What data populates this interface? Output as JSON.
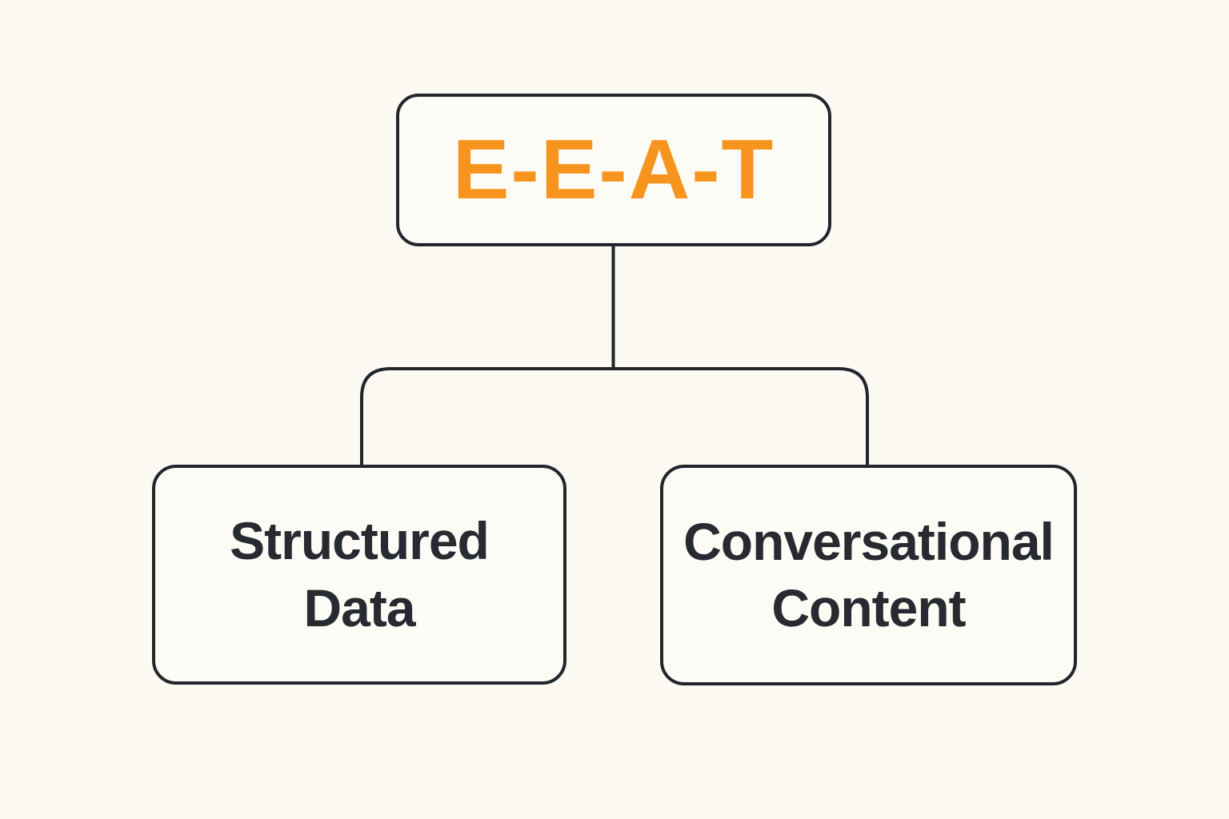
{
  "diagram": {
    "type": "tree",
    "root": {
      "label": "E-E-A-T"
    },
    "children": [
      {
        "label": "Structured Data"
      },
      {
        "label": "Conversational Content"
      }
    ]
  },
  "colors": {
    "background": "#FBF9F2",
    "box-fill": "#FCFBF5",
    "line": "#22262C",
    "text-dark": "#272A30",
    "accent-orange": "#F7941E"
  }
}
